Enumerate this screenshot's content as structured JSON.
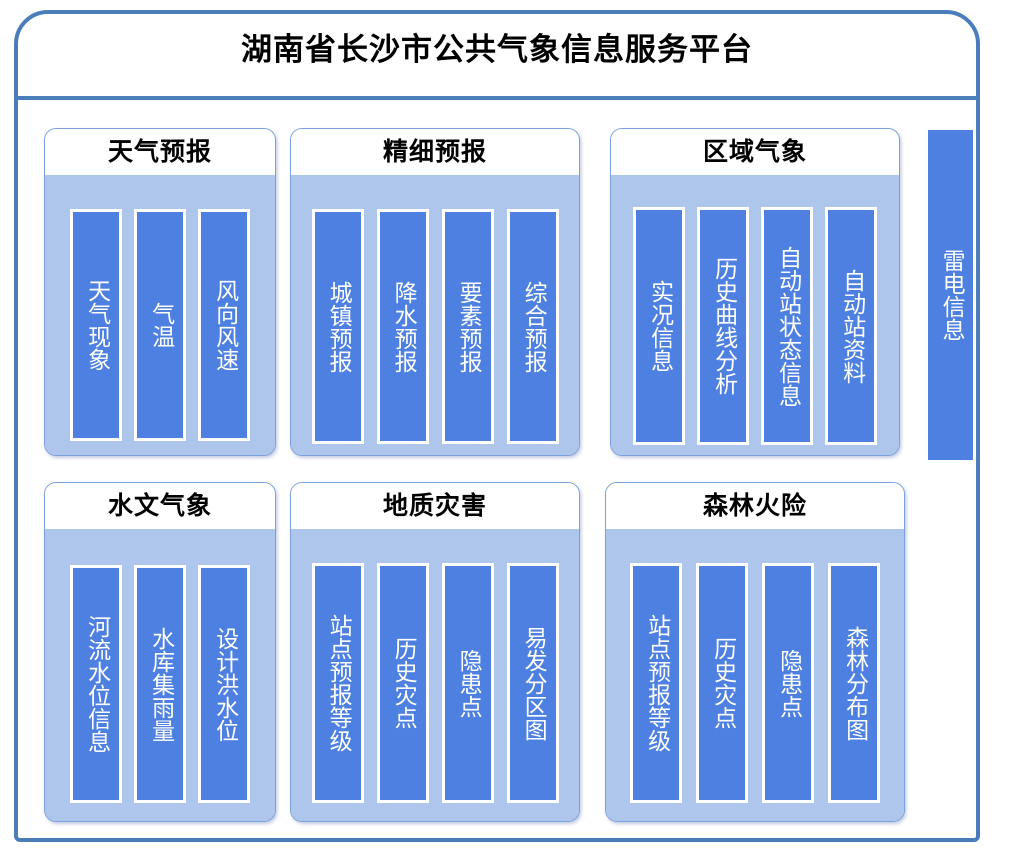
{
  "platform": {
    "title": "湖南省长沙市公共气象信息服务平台",
    "frame_color": "#4A7EBB"
  },
  "colors": {
    "panel_border": "#7CA0DD",
    "panel_body": "#AEC5EC",
    "bar_fill": "#4E80E1",
    "bar_border": "#FFFFFF",
    "bar_text": "#FFFFFF",
    "title_text": "#000000"
  },
  "panels": [
    {
      "title": "天气预报",
      "items": [
        {
          "label": "天气现象"
        },
        {
          "label": "气温"
        },
        {
          "label": "风向风速"
        }
      ]
    },
    {
      "title": "精细预报",
      "items": [
        {
          "label": "城镇预报"
        },
        {
          "label": "降水预报"
        },
        {
          "label": "要素预报"
        },
        {
          "label": "综合预报"
        }
      ]
    },
    {
      "title": "区域气象",
      "items": [
        {
          "label": "实况信息"
        },
        {
          "label": "历史曲线分析"
        },
        {
          "label": "自动站状态信息"
        },
        {
          "label": "自动站资料"
        }
      ]
    },
    {
      "title": "水文气象",
      "items": [
        {
          "label": "河流水位信息"
        },
        {
          "label": "水库集雨量"
        },
        {
          "label": "设计洪水位"
        }
      ]
    },
    {
      "title": "地质灾害",
      "items": [
        {
          "label": "站点预报等级"
        },
        {
          "label": "历史灾点"
        },
        {
          "label": "隐患点"
        },
        {
          "label": "易发分区图"
        }
      ]
    },
    {
      "title": "森林火险",
      "items": [
        {
          "label": "站点预报等级"
        },
        {
          "label": "历史灾点"
        },
        {
          "label": "隐患点"
        },
        {
          "label": "森林分布图"
        }
      ]
    }
  ],
  "side_module": {
    "label": "雷电信息"
  }
}
